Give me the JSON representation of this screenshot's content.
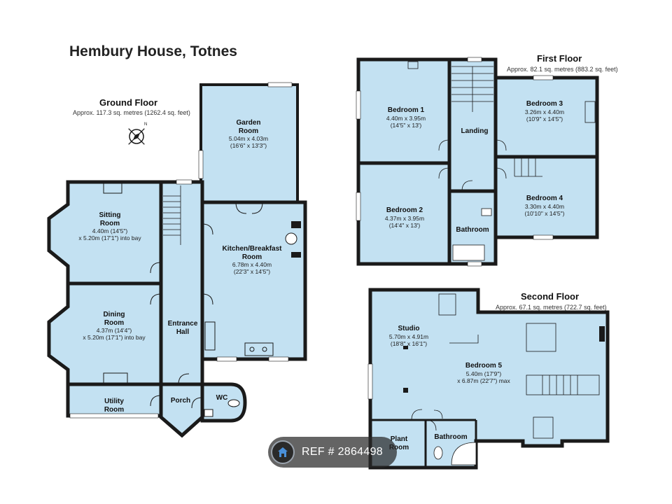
{
  "title": "Hembury House, Totnes",
  "ref_badge": {
    "text": "REF # 2864498"
  },
  "floors": {
    "ground": {
      "name": "Ground Floor",
      "area": "Approx. 117.3 sq. metres (1262.4 sq. feet)"
    },
    "first": {
      "name": "First Floor",
      "area": "Approx. 82.1 sq. metres (883.2 sq. feet)"
    },
    "second": {
      "name": "Second Floor",
      "area": "Approx. 67.1 sq. metres (722.7 sq. feet)"
    }
  },
  "rooms": {
    "garden_room": {
      "name_l1": "Garden",
      "name_l2": "Room",
      "dim1": "5.04m x 4.03m",
      "dim2": "(16'6\" x 13'3\")"
    },
    "sitting_room": {
      "name_l1": "Sitting",
      "name_l2": "Room",
      "dim1": "4.40m (14'5\")",
      "dim2": "x 5.20m (17'1\") into bay"
    },
    "kitchen": {
      "name_l1": "Kitchen/Breakfast",
      "name_l2": "Room",
      "dim1": "6.78m x 4.40m",
      "dim2": "(22'3\" x 14'5\")"
    },
    "dining_room": {
      "name_l1": "Dining",
      "name_l2": "Room",
      "dim1": "4.37m (14'4\")",
      "dim2": "x 5.20m (17'1\") into bay"
    },
    "entrance_hall": {
      "name_l1": "Entrance",
      "name_l2": "Hall"
    },
    "utility_room": {
      "name_l1": "Utility",
      "name_l2": "Room"
    },
    "porch": {
      "name": "Porch"
    },
    "wc": {
      "name": "WC"
    },
    "bedroom1": {
      "name": "Bedroom 1",
      "dim1": "4.40m x 3.95m",
      "dim2": "(14'5\" x 13')"
    },
    "bedroom2": {
      "name": "Bedroom 2",
      "dim1": "4.37m x 3.95m",
      "dim2": "(14'4\" x 13')"
    },
    "bedroom3": {
      "name": "Bedroom 3",
      "dim1": "3.26m x 4.40m",
      "dim2": "(10'9\" x 14'5\")"
    },
    "bedroom4": {
      "name": "Bedroom 4",
      "dim1": "3.30m x 4.40m",
      "dim2": "(10'10\" x 14'5\")"
    },
    "landing": {
      "name": "Landing"
    },
    "bathroom1": {
      "name": "Bathroom"
    },
    "studio": {
      "name": "Studio",
      "dim1": "5.70m x 4.91m",
      "dim2": "(18'8\" x 16'1\")"
    },
    "bedroom5": {
      "name": "Bedroom 5",
      "dim1": "5.40m (17'9\")",
      "dim2": "x 6.87m (22'7\") max"
    },
    "plant_room": {
      "name_l1": "Plant",
      "name_l2": "Room"
    },
    "bathroom2": {
      "name": "Bathroom"
    }
  },
  "colors": {
    "room_fill": "#c3e1f2",
    "wall": "#1a1a1a"
  },
  "icons": {
    "compass": "compass-icon",
    "home": "home-icon"
  }
}
